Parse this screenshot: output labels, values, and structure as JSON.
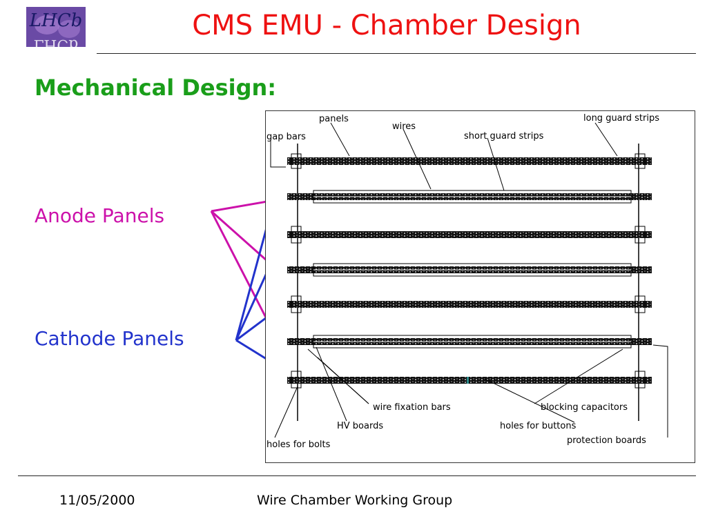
{
  "header": {
    "logo_text": "LHCb",
    "title": "CMS EMU - Chamber Design"
  },
  "section": {
    "subtitle": "Mechanical Design:",
    "anode_label": "Anode Panels",
    "cathode_label": "Cathode Panels"
  },
  "diagram": {
    "labels": {
      "panels": "panels",
      "wires": "wires",
      "long_guard_strips": "long guard strips",
      "gap_bars": "gap bars",
      "short_guard_strips": "short guard strips",
      "wire_fixation_bars": "wire fixation bars",
      "blocking_capacitors": "blocking capacitors",
      "hv_boards": "HV boards",
      "holes_for_buttons": "holes for buttons",
      "protection_boards": "protection boards",
      "holes_for_bolts": "holes for bolts"
    }
  },
  "colors": {
    "title": "#ee1111",
    "subtitle": "#1a9e1a",
    "anode": "#cc11aa",
    "cathode": "#2233cc"
  },
  "footer": {
    "date": "11/05/2000",
    "group": "Wire Chamber Working Group"
  }
}
